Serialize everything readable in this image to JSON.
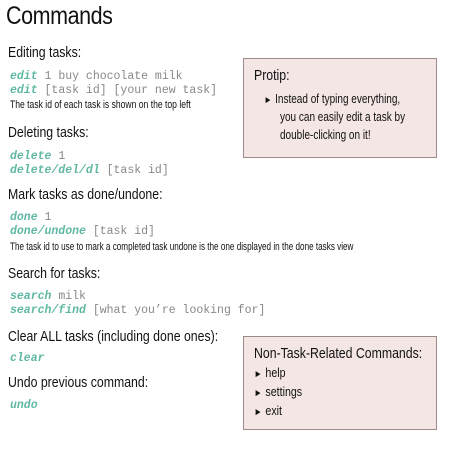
{
  "title": "Commands",
  "sections": {
    "editing": {
      "heading": "Editing tasks:",
      "line1": {
        "cmd": "edit",
        "args": " 1 buy chocolate milk"
      },
      "line2": {
        "cmd": "edit",
        "args": " [task id] [your new task]"
      },
      "note": "The task id of each task is shown on the top left"
    },
    "deleting": {
      "heading": "Deleting tasks:",
      "line1": {
        "cmd": "delete",
        "args": " 1"
      },
      "line2": {
        "cmd": "delete/del/dl",
        "args": " [task id]"
      }
    },
    "mark": {
      "heading": "Mark tasks as done/undone:",
      "line1": {
        "cmd": "done",
        "args": " 1"
      },
      "line2": {
        "cmd": "done/undone",
        "args": " [task id]"
      },
      "note": "The task id to use to mark a completed task undone is the one displayed in the done tasks view"
    },
    "search": {
      "heading": "Search for tasks:",
      "line1": {
        "cmd": "search",
        "args": " milk"
      },
      "line2": {
        "cmd": "search/find",
        "args": " [what you’re looking for]"
      }
    },
    "clear": {
      "heading": "Clear ALL tasks (including done ones):",
      "line1": {
        "cmd": "clear"
      }
    },
    "undo": {
      "heading": "Undo previous command:",
      "line1": {
        "cmd": "undo"
      }
    }
  },
  "protip": {
    "title": "Protip:",
    "lines": [
      "Instead of typing everything,",
      "you can easily edit a task by",
      "double-clicking on it!"
    ]
  },
  "non_task": {
    "title": "Non-Task-Related Commands:",
    "items": [
      "help",
      "settings",
      "exit"
    ]
  },
  "colors": {
    "command": "#5fb8a3",
    "args": "#888888",
    "box_background": "#f3e6e4"
  }
}
